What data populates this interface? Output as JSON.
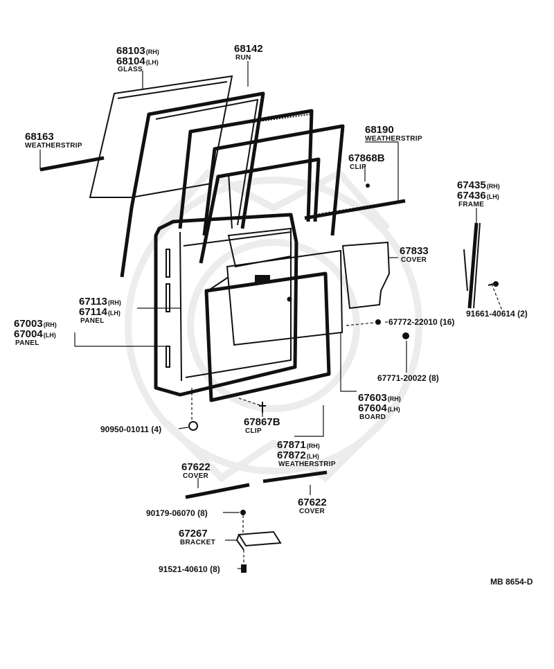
{
  "callouts": {
    "glass": {
      "num_rh": "68103",
      "side_rh": "(RH)",
      "num_lh": "68104",
      "side_lh": "(LH)",
      "name": "GLASS"
    },
    "run": {
      "num": "68142",
      "name": "RUN"
    },
    "ws_left": {
      "num": "68163",
      "name": "WEATHERSTRIP"
    },
    "ws_right": {
      "num": "68190",
      "name": "WEATHERSTRIP"
    },
    "clip_upper": {
      "num": "67868B",
      "name": "CLIP"
    },
    "frame": {
      "num_rh": "67435",
      "side_rh": "(RH)",
      "num_lh": "67436",
      "side_lh": "(LH)",
      "name": "FRAME"
    },
    "cover_upper": {
      "num": "67833",
      "name": "COVER"
    },
    "panel_inner": {
      "num_rh": "67113",
      "side_rh": "(RH)",
      "num_lh": "67114",
      "side_lh": "(LH)",
      "name": "PANEL"
    },
    "panel_outer": {
      "num_rh": "67003",
      "side_rh": "(RH)",
      "num_lh": "67004",
      "side_lh": "(LH)",
      "name": "PANEL"
    },
    "screw_frame": {
      "code": "91661-40614 (2)"
    },
    "clip_cover": {
      "code": "67772-22010 (16)"
    },
    "clip_board": {
      "code": "67771-20022 (8)"
    },
    "board": {
      "num_rh": "67603",
      "side_rh": "(RH)",
      "num_lh": "67604",
      "side_lh": "(LH)",
      "name": "BOARD"
    },
    "plug": {
      "code": "90950-01011 (4)"
    },
    "clip_lower": {
      "num": "67867B",
      "name": "CLIP"
    },
    "ws_door": {
      "num_rh": "67871",
      "side_rh": "(RH)",
      "num_lh": "67872",
      "side_lh": "(LH)",
      "name": "WEATHERSTRIP"
    },
    "cover_left": {
      "num": "67622",
      "name": "COVER"
    },
    "cover_right": {
      "num": "67622",
      "name": "COVER"
    },
    "nut": {
      "code": "90179-06070 (8)"
    },
    "bracket": {
      "num": "67267",
      "name": "BRACKET"
    },
    "bolt": {
      "code": "91521-40610 (8)"
    }
  },
  "footer": {
    "ref": "MB  8654-D"
  },
  "icons": [
    "glass-pane",
    "run-channel",
    "weatherstrip",
    "door-panel",
    "cover",
    "board",
    "clip",
    "screw",
    "plug",
    "bracket",
    "nut",
    "bolt",
    "frame",
    "watermark-emblem"
  ]
}
